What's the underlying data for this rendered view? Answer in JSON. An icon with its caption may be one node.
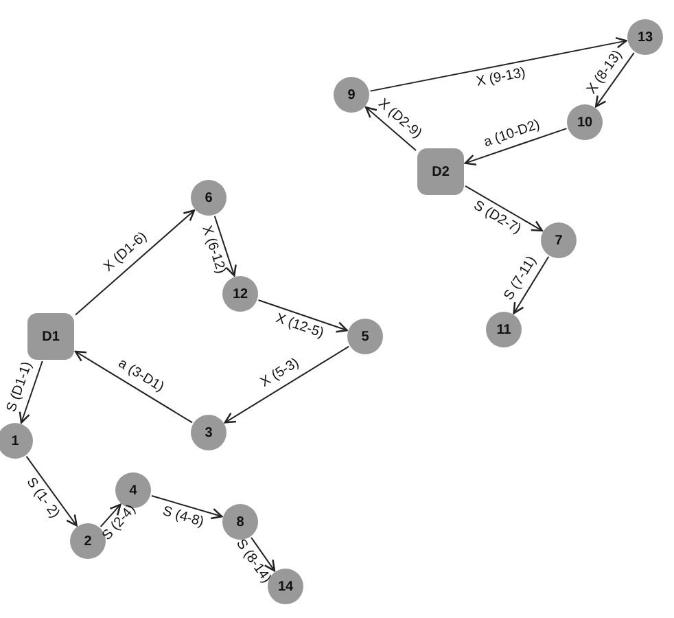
{
  "diagram": {
    "nodes": [
      {
        "text": [
          "D1"
        ]
      },
      {
        "text": [
          "6"
        ]
      },
      {
        "text": [
          "12"
        ]
      },
      {
        "text": [
          "5"
        ]
      },
      {
        "text": [
          "3"
        ]
      },
      {
        "text": [
          "1"
        ]
      },
      {
        "text": [
          "2"
        ]
      },
      {
        "text": [
          "4"
        ]
      },
      {
        "text": [
          "8"
        ]
      },
      {
        "text": [
          "14"
        ]
      },
      {
        "text": [
          "D2"
        ]
      },
      {
        "text": [
          "9"
        ]
      },
      {
        "text": [
          "13"
        ]
      },
      {
        "text": [
          "10"
        ]
      },
      {
        "text": [
          "7"
        ]
      },
      {
        "text": [
          "11"
        ]
      }
    ],
    "edges": [
      {
        "from": 0,
        "to": 1,
        "arrow": "to",
        "label": "X (D1-6)"
      },
      {
        "from": 1,
        "to": 2,
        "arrow": "to",
        "label": "X (6-12)"
      },
      {
        "from": 2,
        "to": 3,
        "arrow": "to",
        "label": "X (12-5)"
      },
      {
        "from": 3,
        "to": 4,
        "arrow": "to",
        "label": "X (5-3)"
      },
      {
        "from": 4,
        "to": 0,
        "arrow": "to",
        "label": "a (3-D1)"
      },
      {
        "from": 0,
        "to": 5,
        "arrow": "to",
        "label": "S (D1-1)"
      },
      {
        "from": 5,
        "to": 6,
        "arrow": "to",
        "label": "S (1- 2)"
      },
      {
        "from": 6,
        "to": 7,
        "arrow": "to",
        "label": "S (2-4)"
      },
      {
        "from": 7,
        "to": 8,
        "arrow": "to",
        "label": "S (4-8)"
      },
      {
        "from": 8,
        "to": 9,
        "arrow": "to",
        "label": "S (8-14)"
      },
      {
        "from": 10,
        "to": 11,
        "arrow": "to",
        "label": "X (D2-9)"
      },
      {
        "from": 11,
        "to": 12,
        "arrow": "to",
        "label": "X (9-13)"
      },
      {
        "from": 12,
        "to": 13,
        "arrow": "to",
        "label": "X (8-13)"
      },
      {
        "from": 13,
        "to": 10,
        "arrow": "to",
        "label": "a (10-D2)"
      },
      {
        "from": 10,
        "to": 14,
        "arrow": "to",
        "label": "S (D2-7)"
      },
      {
        "from": 14,
        "to": 15,
        "arrow": "to",
        "label": "S (7-11)"
      }
    ]
  }
}
